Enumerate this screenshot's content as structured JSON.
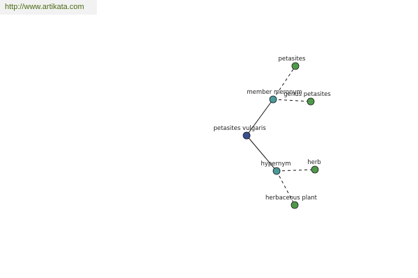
{
  "site": {
    "url": "http://www.artikata.com"
  },
  "colors": {
    "root": "#3a4f8f",
    "relation": "#4a9a9a",
    "leaf": "#4f9a4a"
  },
  "graph": {
    "nodes": [
      {
        "id": "root",
        "label": "petasites vulgaris",
        "kind": "root"
      },
      {
        "id": "member-meronym",
        "label": "member meronym",
        "kind": "relation"
      },
      {
        "id": "hypernym",
        "label": "hypernym",
        "kind": "relation"
      },
      {
        "id": "petasites",
        "label": "petasites",
        "kind": "leaf"
      },
      {
        "id": "genus-petasites",
        "label": "genus petasites",
        "kind": "leaf"
      },
      {
        "id": "herb",
        "label": "herb",
        "kind": "leaf"
      },
      {
        "id": "herbaceous-plant",
        "label": "herbaceous plant",
        "kind": "leaf"
      }
    ],
    "edges": [
      {
        "from": "root",
        "to": "member-meronym",
        "style": "solid"
      },
      {
        "from": "root",
        "to": "hypernym",
        "style": "solid"
      },
      {
        "from": "member-meronym",
        "to": "petasites",
        "style": "dashed"
      },
      {
        "from": "member-meronym",
        "to": "genus-petasites",
        "style": "dashed"
      },
      {
        "from": "hypernym",
        "to": "herb",
        "style": "dashed"
      },
      {
        "from": "hypernym",
        "to": "herbaceous-plant",
        "style": "dashed"
      }
    ]
  }
}
